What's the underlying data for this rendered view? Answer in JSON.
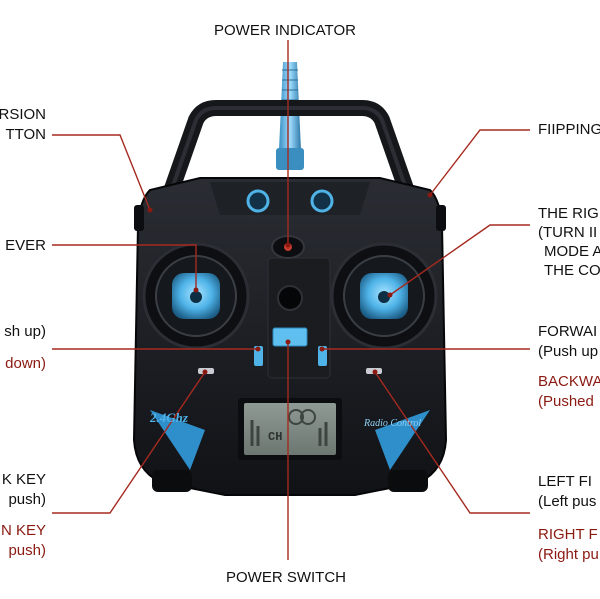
{
  "labels": {
    "top_center": "POWER INDICATOR",
    "bottom_center": "POWER SWITCH",
    "left_1_line1": "RSION",
    "left_1_line2": "TTON",
    "left_2": "EVER",
    "left_3_black": "sh up)",
    "left_3_red": "down)",
    "left_4_black_line1": "K KEY",
    "left_4_black_line2": "push)",
    "left_4_red_line1": "N KEY",
    "left_4_red_line2": "push)",
    "right_1": "FIIPPING",
    "right_2_line1": "THE RIG",
    "right_2_line2": "(TURN II",
    "right_2_line3": "MODE A",
    "right_2_line4": "THE CO",
    "right_3_black_line1": "FORWAI",
    "right_3_black_line2": "(Push up",
    "right_3_red_line1": "BACKWA",
    "right_3_red_line2": "(Pushed",
    "right_4_black_line1": "LEFT FI",
    "right_4_black_line2": "(Left pus",
    "right_4_red_line1": "RIGHT F",
    "right_4_red_line2": "(Right pu"
  },
  "device": {
    "band_text": "2.4Ghz",
    "brand_text": "Radio Control",
    "lcd_text": "CH"
  },
  "colors": {
    "leader_line": "#a52a1f",
    "body": "#17191d",
    "accent_blue": "#4fb3e8",
    "red_text": "#8b1a12"
  }
}
